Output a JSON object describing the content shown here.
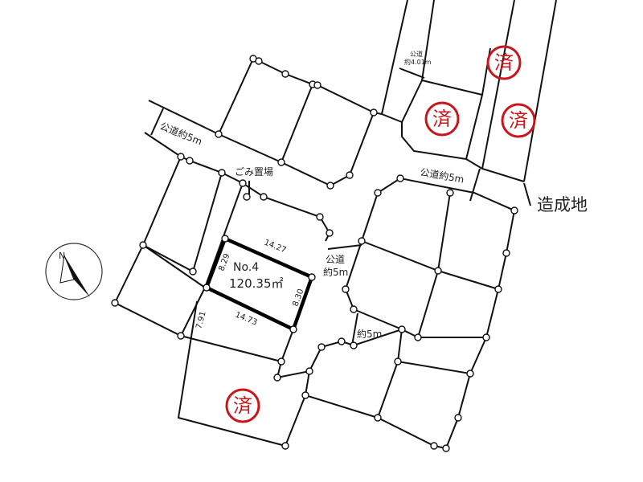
{
  "labels": {
    "road_left": "公道約5m",
    "road_right": "公道約5m",
    "road_top": "公道",
    "road_top_width": "約4.01m",
    "road_middle": "公道",
    "road_middle_width": "約5m",
    "road_lower": "約5m",
    "garbage": "ごみ置場",
    "development": "造成地",
    "compass": "N"
  },
  "lot": {
    "number": "No.4",
    "area": "120.35㎡",
    "dims": {
      "top": "14.27",
      "bottom": "14.73",
      "left": "8.29",
      "right": "8.30",
      "lower_left": "7.91"
    }
  },
  "stamps": [
    "済",
    "済",
    "済",
    "済"
  ],
  "colors": {
    "stamp": "#c8161d",
    "line": "#111111"
  }
}
